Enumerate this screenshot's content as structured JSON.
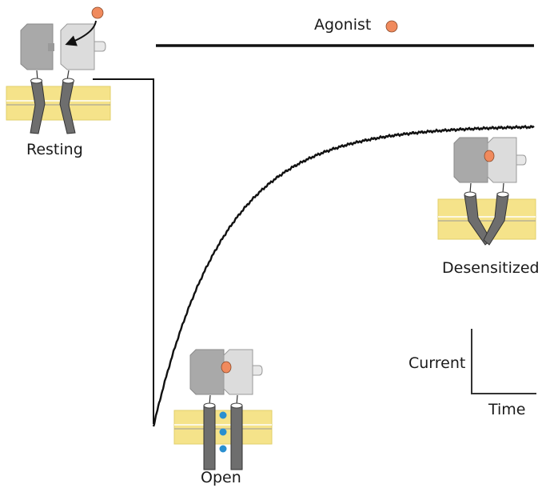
{
  "agonist": {
    "label": "Agonist"
  },
  "states": {
    "resting": "Resting",
    "open": "Open",
    "desensitized": "Desensitized"
  },
  "scale_bar": {
    "y_label": "Current",
    "x_label": "Time"
  },
  "colors": {
    "agonist": "#f08a5d",
    "membrane": "#f5e38a",
    "ion": "#2a8fd0",
    "trace": "#111111",
    "subunit_dark": "#a9a9a9",
    "subunit_light": "#dcdcdc",
    "helix": "#6e6e6e"
  }
}
